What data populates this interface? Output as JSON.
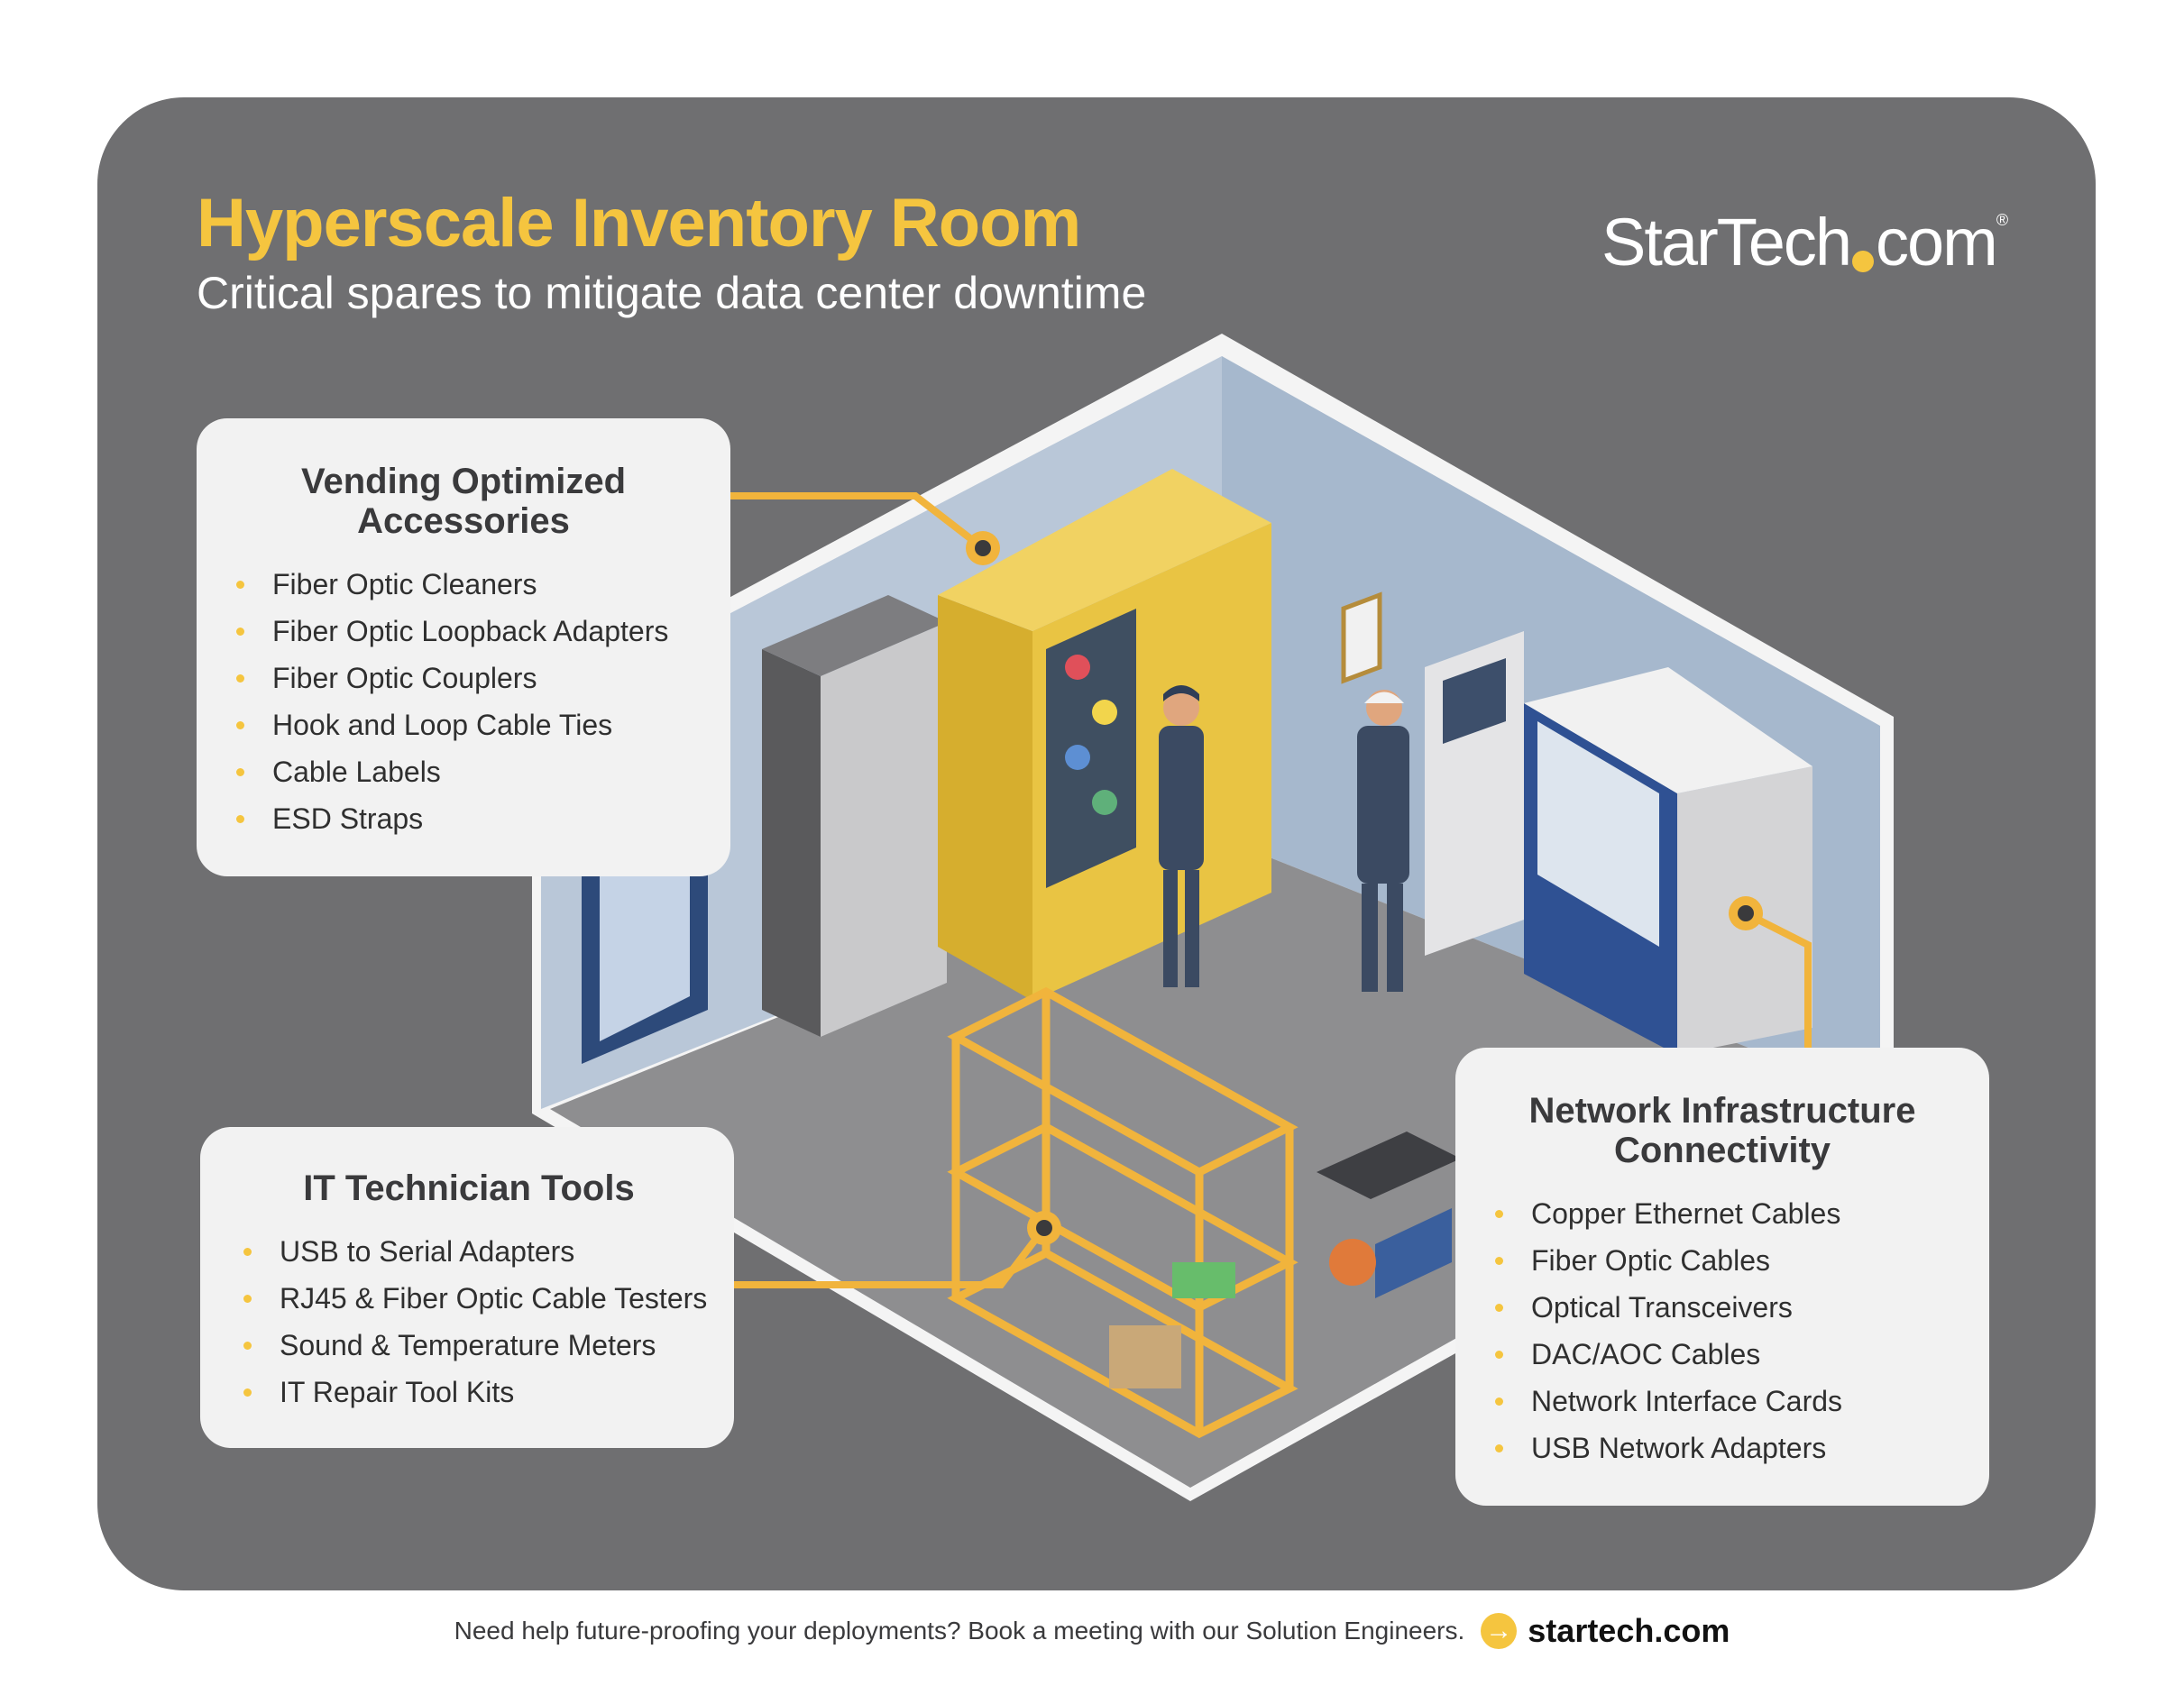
{
  "header": {
    "title": "Hyperscale Inventory Room",
    "subtitle": "Critical spares to mitigate data center downtime",
    "logo_text_a": "StarTech",
    "logo_text_b": "com",
    "logo_mark": "®"
  },
  "cards": {
    "vending": {
      "title_line1": "Vending Optimized",
      "title_line2": "Accessories",
      "items": [
        "Fiber Optic Cleaners",
        "Fiber Optic Loopback Adapters",
        "Fiber Optic Couplers",
        "Hook and Loop Cable Ties",
        "Cable Labels",
        "ESD Straps"
      ]
    },
    "tools": {
      "title": "IT Technician Tools",
      "items": [
        "USB to Serial Adapters",
        "RJ45 & Fiber Optic Cable Testers",
        "Sound & Temperature Meters",
        "IT Repair Tool Kits"
      ]
    },
    "network": {
      "title_line1": "Network Infrastructure",
      "title_line2": "Connectivity",
      "items": [
        "Copper Ethernet Cables",
        "Fiber Optic Cables",
        "Optical Transceivers",
        "DAC/AOC Cables",
        "Network Interface Cards",
        "USB Network Adapters"
      ]
    }
  },
  "footer": {
    "text": "Need help future-proofing your deployments? Book a meeting with our Solution Engineers.",
    "arrow_icon": "arrow-right-icon",
    "link": "startech.com"
  },
  "colors": {
    "panel": "#6f6f71",
    "accent": "#f5c53f",
    "card": "#f2f2f2",
    "floor": "#8f8f91",
    "wall": "#a9b9cd",
    "vending_yellow": "#e9c443",
    "vending_blue": "#2f5193"
  }
}
